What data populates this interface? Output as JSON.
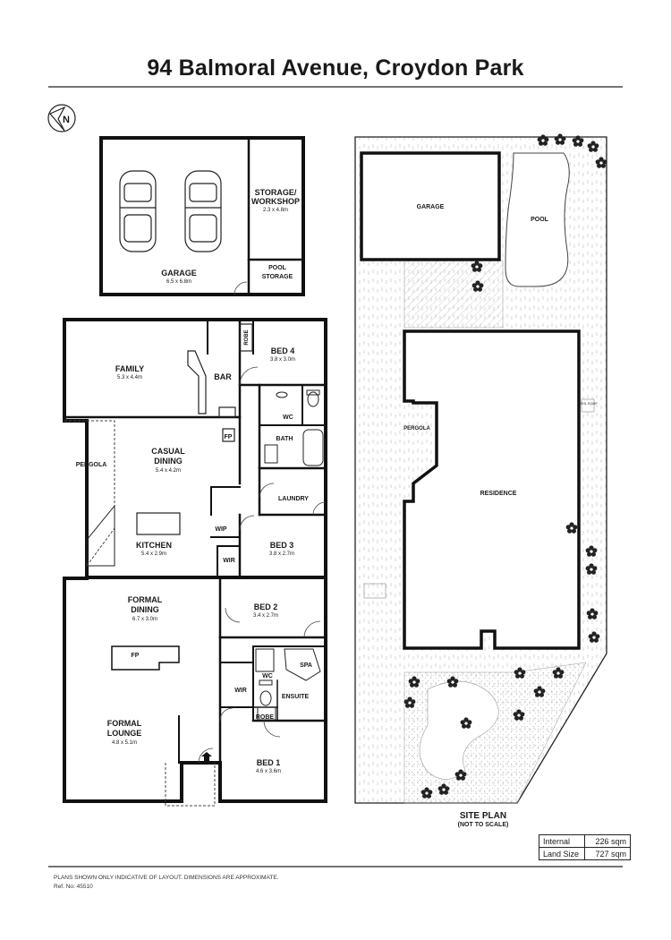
{
  "title": "94 Balmoral Avenue, Croydon Park",
  "compass_letter": "N",
  "rooms": {
    "garage": {
      "name": "GARAGE",
      "dims": "6.5 x 6.8m"
    },
    "storage": {
      "name1": "STORAGE/",
      "name2": "WORKSHOP",
      "dims": "2.3 x 4.8m"
    },
    "pool_storage": {
      "name1": "POOL",
      "name2": "STORAGE"
    },
    "family": {
      "name": "FAMILY",
      "dims": "5.3 x 4.4m"
    },
    "bar": {
      "name": "BAR"
    },
    "robe_bed4": {
      "name": "ROBE"
    },
    "bed4": {
      "name": "BED 4",
      "dims": "3.8 x 3.0m"
    },
    "wc_main": {
      "name": "WC"
    },
    "bath": {
      "name": "BATH"
    },
    "fp_dining": {
      "name": "FP"
    },
    "casual_dining": {
      "name1": "CASUAL",
      "name2": "DINING",
      "dims": "5.4 x 4.2m"
    },
    "pergola": {
      "name": "PERGOLA"
    },
    "laundry": {
      "name": "LAUNDRY"
    },
    "kitchen": {
      "name": "KITCHEN",
      "dims": "5.4 x 2.9m"
    },
    "wip": {
      "name": "WIP"
    },
    "wir_bed3": {
      "name": "WIR"
    },
    "bed3": {
      "name": "BED 3",
      "dims": "3.8 x 2.7m"
    },
    "formal_dining": {
      "name1": "FORMAL",
      "name2": "DINING",
      "dims": "6.7 x 3.0m"
    },
    "bed2": {
      "name": "BED 2",
      "dims": "3.4 x 2.7m"
    },
    "fp_lounge": {
      "name": "FP"
    },
    "spa": {
      "name": "SPA"
    },
    "wir_bed1": {
      "name": "WIR"
    },
    "wc_ensuite": {
      "name": "WC"
    },
    "ensuite": {
      "name": "ENSUITE"
    },
    "robe_bed1": {
      "name": "ROBE"
    },
    "formal_lounge": {
      "name1": "FORMAL",
      "name2": "LOUNGE",
      "dims": "4.8 x 5.1m"
    },
    "bed1": {
      "name": "BED 1",
      "dims": "4.6 x 3.6m"
    }
  },
  "site_plan": {
    "garage": "GARAGE",
    "pool": "POOL",
    "pergola": "PERGOLA",
    "residence": "RESIDENCE",
    "pool_equip": "POOL EQUIP",
    "heading": "SITE PLAN",
    "subheading": "(NOT TO SCALE)"
  },
  "areas": [
    {
      "label": "Internal",
      "value": "226 sqm"
    },
    {
      "label": "Land Size",
      "value": "727 sqm"
    }
  ],
  "footer": {
    "note": "PLANS SHOWN ONLY INDICATIVE OF LAYOUT.  DIMENSIONS ARE APPROXIMATE.",
    "ref": "Ref. No: 45510"
  }
}
